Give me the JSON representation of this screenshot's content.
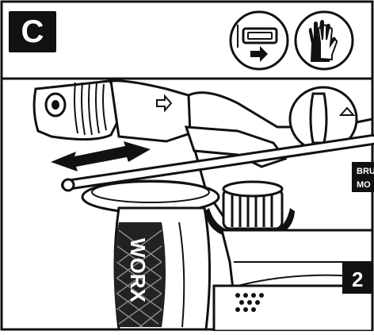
{
  "step": {
    "letter": "C"
  },
  "header_icons": [
    {
      "icon": "battery-insert-icon"
    },
    {
      "icon": "protective-gloves-icon"
    }
  ],
  "tool": {
    "brand_text": "WORX",
    "label_fragment_top": "BRU",
    "label_fragment_bottom": "MO",
    "battery_fragment": "2"
  }
}
